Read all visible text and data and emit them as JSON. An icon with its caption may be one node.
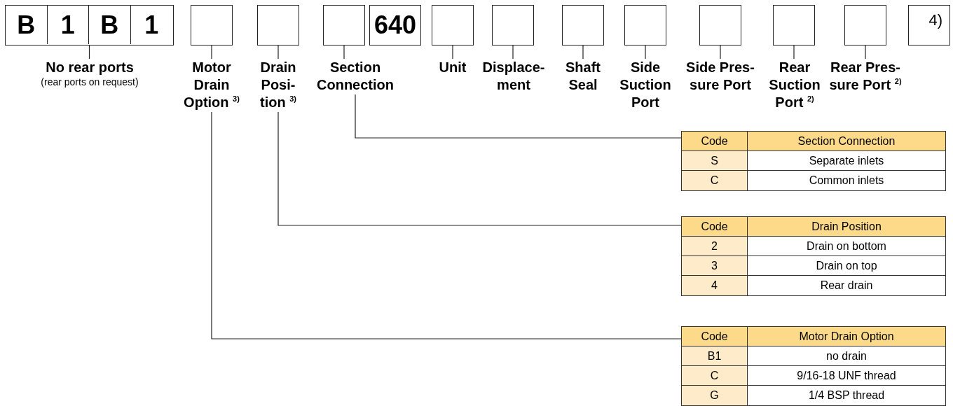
{
  "diagram": {
    "nodes": [
      {
        "text": [],
        "shape": "box"
      },
      {
        "text": [
          "B"
        ],
        "in": 0
      },
      {
        "text": [
          "1"
        ],
        "in": 0
      },
      {
        "text": [
          "B"
        ],
        "in": 0
      },
      {
        "text": [
          "1"
        ],
        "in": 0
      },
      {
        "text": [],
        "shape": "box"
      },
      {
        "text": [],
        "shape": "box"
      },
      {
        "text": [],
        "shape": "box"
      },
      {
        "text": [
          "640"
        ]
      },
      {
        "text": [],
        "shape": "box"
      },
      {
        "text": [],
        "shape": "box"
      },
      {
        "text": [],
        "shape": "box"
      },
      {
        "text": [],
        "shape": "box"
      },
      {
        "text": [],
        "shape": "box"
      },
      {
        "text": [],
        "shape": "box"
      },
      {
        "text": [],
        "shape": "box"
      },
      {
        "text": [
          "4)"
        ]
      },
      {
        "text": [
          "No rear ports",
          "(rear ports on request)"
        ]
      },
      {
        "text": [
          "Motor Drain Option $^{3)}$"
        ]
      },
      {
        "text": [
          "Drain Posi- tion $^{3)}$"
        ]
      },
      {
        "text": [
          "Section Connection"
        ]
      },
      {
        "text": [
          "Unit"
        ]
      },
      {
        "text": [
          "Displace- ment"
        ]
      },
      {
        "text": [
          "Shaft Seal"
        ]
      },
      {
        "text": [
          "Side Suction Port"
        ]
      },
      {
        "text": [
          "Side Pres- sure Port"
        ]
      },
      {
        "text": [
          "Rear Suction Port $^{2)}$"
        ]
      },
      {
        "text": [
          "Rear Pres- sure Port $^{2)}$"
        ]
      },
      {
        "text": [
          "Code",
          "Section Connection",
          "S",
          "Separate inlets",
          "C",
          "Common inlets"
        ]
      },
      {
        "text": [
          "Code",
          "Drain Position",
          "2",
          "Drain on bottom",
          "3",
          "Drain on top",
          "4",
          "Rear drain"
        ]
      },
      {
        "text": [
          "Code",
          "Motor Drain Option",
          "B1",
          "no drain",
          "C",
          "9/16-18 UNF thread",
          "G",
          "1/4 BSP thread"
        ]
      }
    ],
    "edges": [
      {
        "from": 0,
        "to": 17,
        "arrow": "none"
      },
      {
        "from": 5,
        "to": 18,
        "arrow": "none"
      },
      {
        "from": 6,
        "to": 19,
        "arrow": "none"
      },
      {
        "from": 7,
        "to": 20,
        "arrow": "none"
      },
      {
        "from": 9,
        "to": 21,
        "arrow": "none"
      },
      {
        "from": 10,
        "to": 22,
        "arrow": "none"
      },
      {
        "from": 11,
        "to": 23,
        "arrow": "none"
      },
      {
        "from": 12,
        "to": 24,
        "arrow": "none"
      },
      {
        "from": 13,
        "to": 25,
        "arrow": "none"
      },
      {
        "from": 14,
        "to": 26,
        "arrow": "none"
      },
      {
        "from": 15,
        "to": 27,
        "arrow": "none"
      },
      {
        "from": 20,
        "to": 28,
        "arrow": "none"
      },
      {
        "from": 19,
        "to": 29,
        "arrow": "none"
      },
      {
        "from": 18,
        "to": 30,
        "arrow": "none"
      }
    ]
  }
}
